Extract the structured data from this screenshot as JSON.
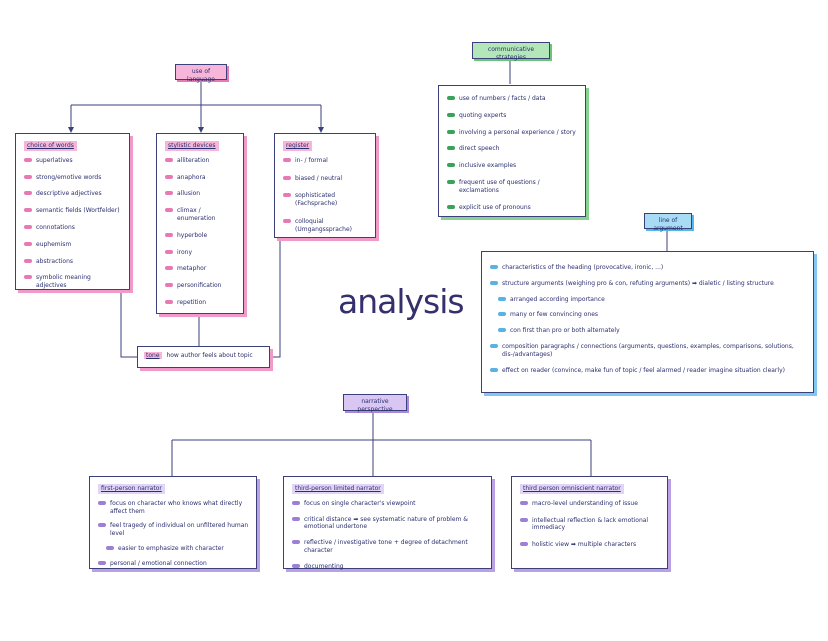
{
  "title": "analysis",
  "colors": {
    "pink": "#f7b6d9",
    "green": "#b3e6b8",
    "blue": "#a8dcf4",
    "lavender": "#d9c6f2",
    "ink": "#2a2f6e"
  },
  "use_of_language": {
    "header": "use of language",
    "choice_of_words": {
      "title": "choice of words",
      "items": [
        "superlatives",
        "strong/emotive words",
        "descriptive adjectives",
        "semantic fields (Wortfelder)",
        "connotations",
        "euphemism",
        "abstractions",
        "symbolic meaning adjectives"
      ]
    },
    "stylistic_devices": {
      "title": "stylistic devices",
      "items": [
        "alliteration",
        "anaphora",
        "allusion",
        "climax / enumeration",
        "hyperbole",
        "irony",
        "metaphor",
        "personification",
        "repetition"
      ]
    },
    "register": {
      "title": "register",
      "items": [
        "in- / formal",
        "biased / neutral",
        "sophisticated (Fachsprache)",
        "colloquial (Umgangssprache)"
      ]
    },
    "tone": {
      "label": "tone",
      "text": "how author feels about topic"
    }
  },
  "communicative_strategies": {
    "header": "communicative strategies",
    "items": [
      "use of numbers / facts / data",
      "quoting experts",
      "involving a personal experience / story",
      "direct speech",
      "inclusive examples",
      "frequent use of questions / exclamations",
      "explicit use of pronouns"
    ]
  },
  "line_of_argument": {
    "header": "line of argument",
    "items": [
      {
        "text": "characteristics of the heading (provocative, ironic, ...)",
        "sub": false
      },
      {
        "text": "structure arguments (weighing pro & con, refuting arguments) ➡ dialetic / listing structure",
        "sub": false
      },
      {
        "text": "arranged according importance",
        "sub": true
      },
      {
        "text": "many or few convincing ones",
        "sub": true
      },
      {
        "text": "con first than pro or both alternately",
        "sub": true
      },
      {
        "text": "composition paragraphs / connections (arguments, questions, examples, comparisons, solutions, dis-/advantages)",
        "sub": false
      },
      {
        "text": "effect on reader (convince, make fun of topic / feel alarmed / reader imagine situation clearly)",
        "sub": false
      }
    ]
  },
  "narrative_perspective": {
    "header": "narrative perspective",
    "first_person": {
      "title": "first-person narrator",
      "items": [
        {
          "text": "focus on character who knows what directly affect them",
          "sub": false
        },
        {
          "text": "feel tragedy of individual on unfiltered human level",
          "sub": false
        },
        {
          "text": "easier to emphasize with character",
          "sub": true
        },
        {
          "text": "personal / emotional connection",
          "sub": false
        }
      ]
    },
    "third_limited": {
      "title": "third-person limited narrator",
      "items": [
        {
          "text": "focus on single character's viewpoint",
          "sub": false
        },
        {
          "text": "critical distance ➡ see systematic nature of problem & emotional undertone",
          "sub": false
        },
        {
          "text": "reflective / investigative tone + degree of detachment character",
          "sub": false
        },
        {
          "text": "documenting",
          "sub": false
        }
      ]
    },
    "third_omniscient": {
      "title": "third person omniscient narrator",
      "items": [
        {
          "text": "macro-level understanding of issue",
          "sub": false
        },
        {
          "text": "intellectual reflection & lack emotional immediacy",
          "sub": false
        },
        {
          "text": "holistic view ➡ multiple characters",
          "sub": false
        }
      ]
    }
  }
}
